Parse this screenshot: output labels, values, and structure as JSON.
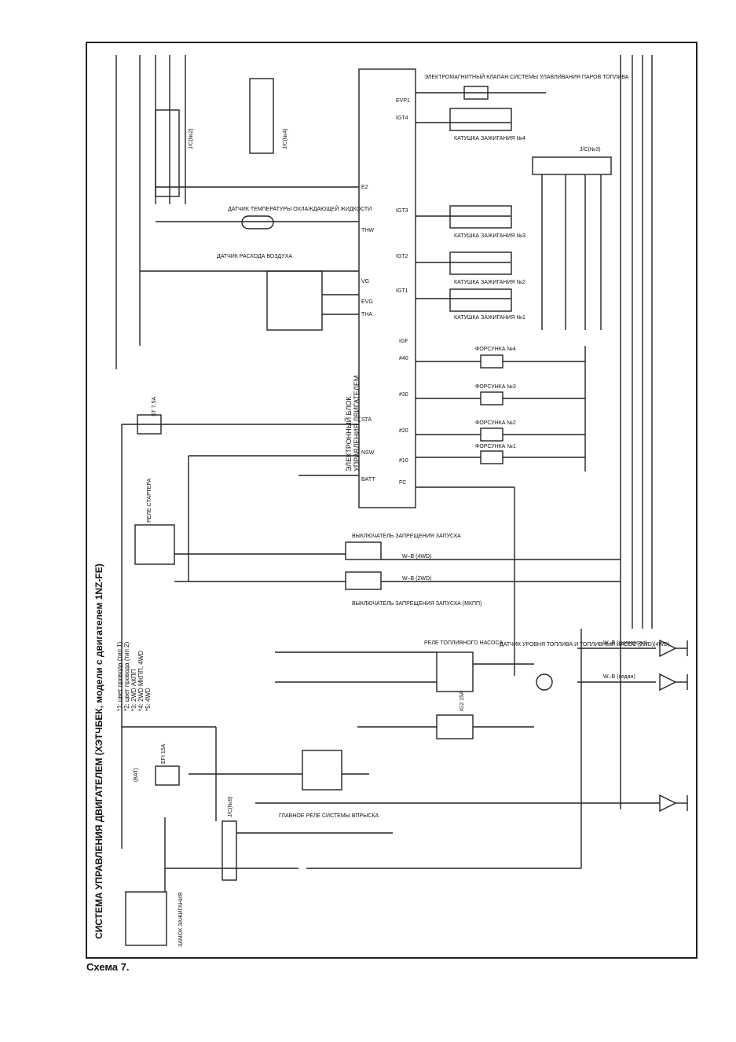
{
  "page": {
    "caption": "Схема 7.",
    "title": "СИСТЕМА УПРАВЛЕНИЯ ДВИГАТЕЛЕМ (ХЭТЧБЕК, модели с двигателем 1NZ-FE)"
  },
  "notes": [
    "*1: цвет провода (тип 1)",
    "*2: цвет провода (тип 2)",
    "*3: 2WD АКПП",
    "*4: 2WD МКПП, 4WD",
    "*5: 4WD"
  ],
  "ecu": {
    "label_line1": "ЭЛЕКТРОННЫЙ БЛОК",
    "label_line2": "УПРАВЛЕНИЯ ДВИГАТЕЛЕМ",
    "pins": [
      "EVP1",
      "IGT4",
      "E2",
      "THW",
      "IGT3",
      "IGT2",
      "VG",
      "EVG",
      "IGT1",
      "THA",
      "IGF",
      "#40",
      "#30",
      "#20",
      "#10",
      "STA",
      "NSW",
      "BATT",
      "FC"
    ]
  },
  "components": {
    "purge_valve": "ЭЛЕКТРОМАГНИТНЫЙ КЛАПАН СИСТЕМЫ УЛАВЛИВАНИЯ ПАРОВ ТОПЛИВА",
    "coil4": "КАТУШКА ЗАЖИГАНИЯ №4",
    "coil3": "КАТУШКА ЗАЖИГАНИЯ №3",
    "coil2": "КАТУШКА ЗАЖИГАНИЯ №2",
    "coil1": "КАТУШКА ЗАЖИГАНИЯ №1",
    "coolant_sensor": "ДАТЧИК ТЕМПЕРАТУРЫ ОХЛАЖДАЮЩЕЙ ЖИДКОСТИ",
    "airflow_sensor": "ДАТЧИК РАСХОДА ВОЗДУХА",
    "inj4": "ФОРСУНКА №4",
    "inj3": "ФОРСУНКА №3",
    "inj2": "ФОРСУНКА №2",
    "inj1": "ФОРСУНКА №1",
    "start_relay": "РЕЛЕ СТАРТЕРА",
    "start_inhibit_at": "ВЫКЛЮЧАТЕЛЬ ЗАПРЕЩЕНИЯ ЗАПУСКА",
    "start_inhibit_mt": "ВЫКЛЮЧАТЕЛЬ ЗАПРЕЩЕНИЯ ЗАПУСКА (МКПП)",
    "fuel_pump_relay": "РЕЛЕ ТОПЛИВНОГО НАСОСА",
    "fuel_level": "ДАТЧИК УРОВНЯ ТОПЛИВА И ТОПЛИВНЫЙ НАСОС (2WD)(4WD)",
    "main_relay": "ГЛАВНОЕ РЕЛЕ СИСТЕМЫ ВПРЫСКА",
    "ignition_switch": "ЗАМОК ЗАЖИГАНИЯ",
    "fuse_st": "ST 7.5A",
    "fuse_efi": "EFI 15A",
    "fuse_ig2": "IG2 15A",
    "fuse_bat": "(BAT)",
    "jc_no2": "J/C(№2)",
    "jc_no3": "J/C(№3)",
    "jc_no4": "J/C(№4)",
    "jc_no9": "J/C(№9)"
  },
  "wires": {
    "ground_universal": "W–B (универсал)",
    "ground_sedan": "W–B (седан)",
    "4wd": "W–B (4WD)",
    "2wd": "W–B (2WD)"
  }
}
